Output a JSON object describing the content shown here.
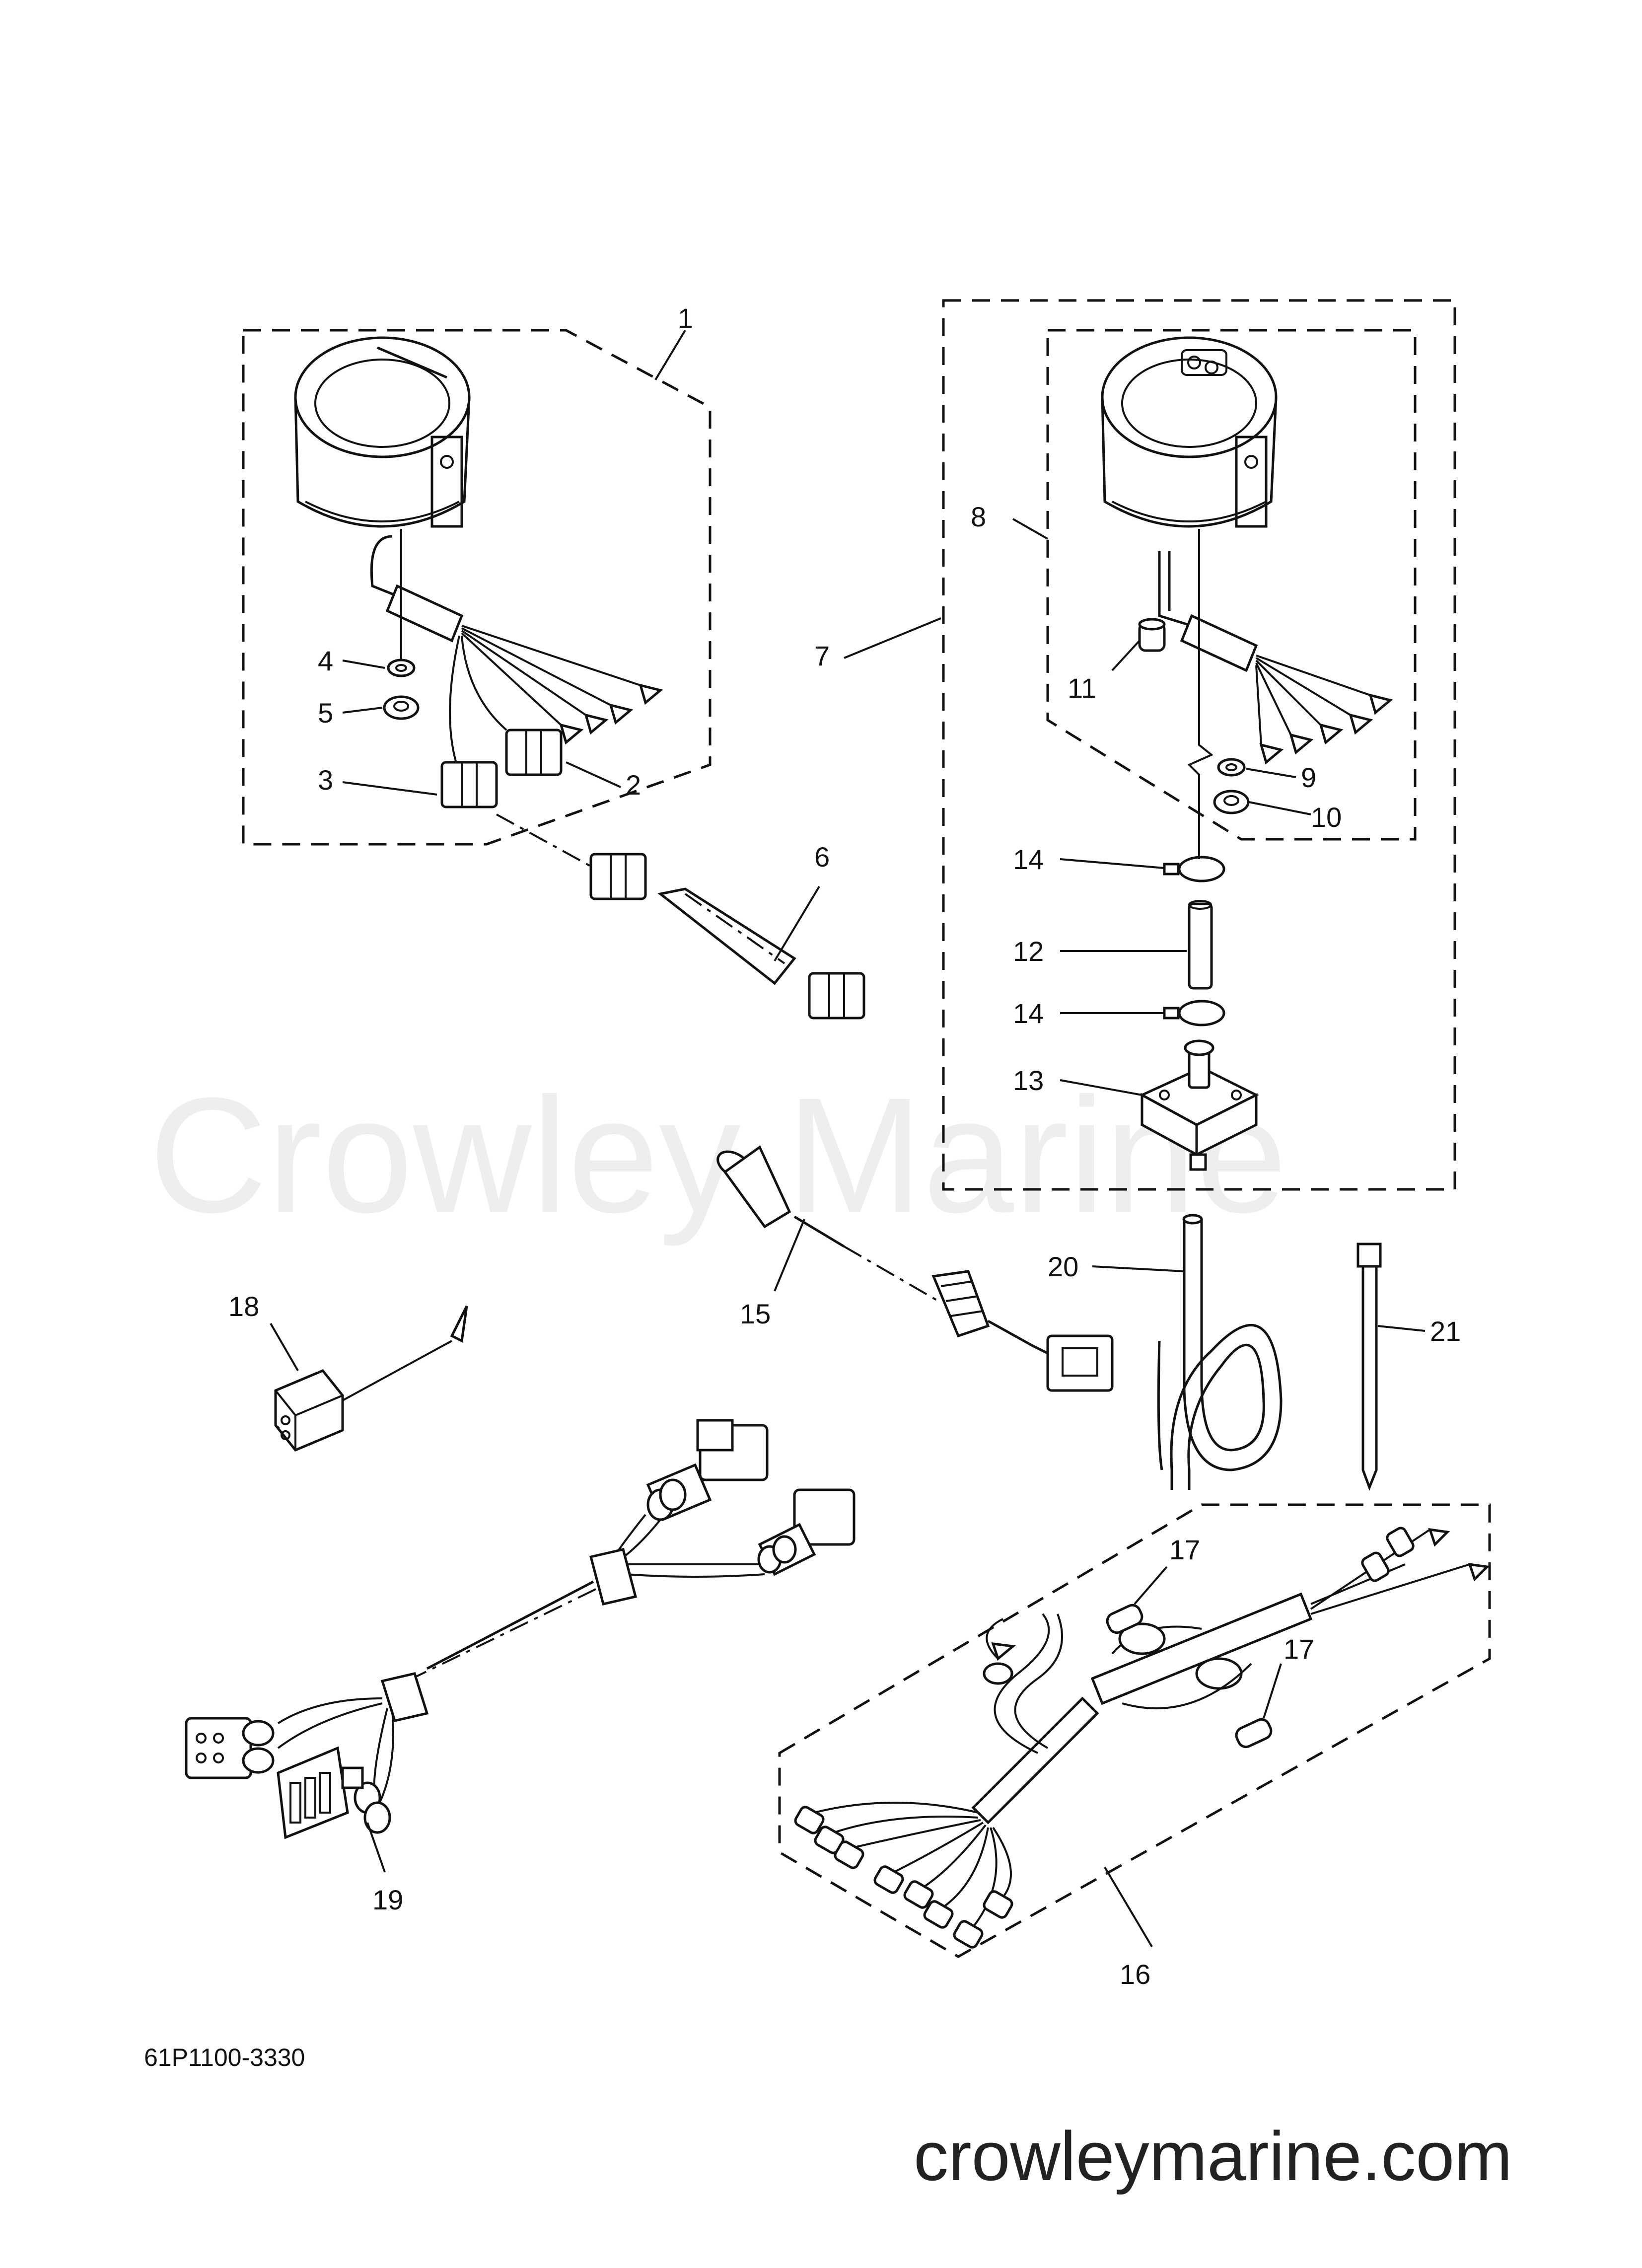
{
  "diagram": {
    "watermark": "Crowley Marine",
    "part_number": "61P1100-3330",
    "website": "crowleymarine.com",
    "callouts": {
      "c1": "1",
      "c2": "2",
      "c3": "3",
      "c4": "4",
      "c5": "5",
      "c6": "6",
      "c7": "7",
      "c8": "8",
      "c9": "9",
      "c10": "10",
      "c11": "11",
      "c12": "12",
      "c13": "13",
      "c14a": "14",
      "c14b": "14",
      "c15": "15",
      "c16": "16",
      "c17a": "17",
      "c17b": "17",
      "c18": "18",
      "c19": "19",
      "c20": "20",
      "c21": "21"
    }
  }
}
